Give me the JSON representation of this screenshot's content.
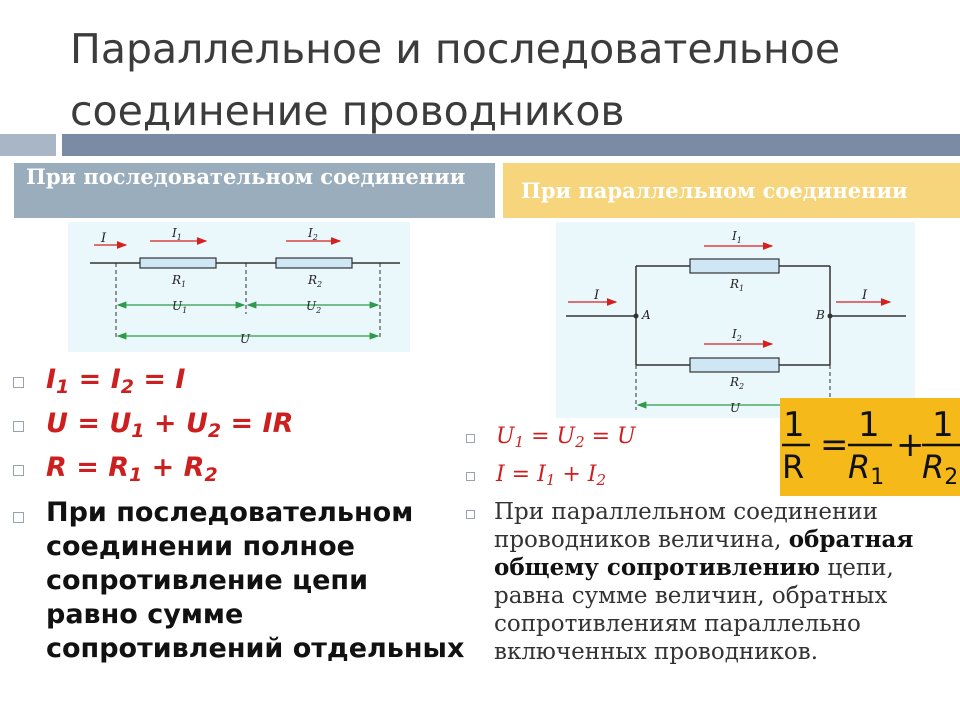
{
  "title": "Параллельное и последовательное соединение проводников",
  "series_header": "При последовательном соединении",
  "parallel_header": "При параллельном соединении",
  "series_diagram": {
    "I": "I",
    "I1": "I",
    "I1_sub": "1",
    "I2": "I",
    "I2_sub": "2",
    "R1": "R",
    "R1_sub": "1",
    "R2": "R",
    "R2_sub": "2",
    "U1": "U",
    "U1_sub": "1",
    "U2": "U",
    "U2_sub": "2",
    "U": "U"
  },
  "parallel_diagram": {
    "I_in": "I",
    "I_out": "I",
    "I1": "I",
    "I1_sub": "1",
    "I2": "I",
    "I2_sub": "2",
    "R1": "R",
    "R1_sub": "1",
    "R2": "R",
    "R2_sub": "2",
    "A": "A",
    "B": "B",
    "U": "U"
  },
  "series_formulas": {
    "f1": {
      "a": "I",
      "a_sub": "1",
      "b": " = I",
      "b_sub": "2",
      "c": " = I"
    },
    "f2": {
      "a": "U = U",
      "a_sub": "1",
      "b": " + U",
      "b_sub": "2",
      "c": " = IR"
    },
    "f3": {
      "a": "R = R",
      "a_sub": "1",
      "b": " + R",
      "b_sub": "2"
    }
  },
  "series_text": "При последовательном соединении полное сопротивление цепи равно сумме сопротивлений отдельных",
  "parallel_formulas": {
    "f1": {
      "a": "U",
      "a_sub": "1",
      "b": " = U",
      "b_sub": "2",
      "c": " = U"
    },
    "f2": {
      "a": "I = I",
      "a_sub": "1",
      "b": " + I",
      "b_sub": "2"
    }
  },
  "parallel_text": {
    "part1": "При параллельном соединении проводников величина, ",
    "bold": "обратная общему сопротивлению",
    "part2": " цепи, равна сумме величин, обратных сопротивлениям параллельно включенных проводников."
  },
  "formula_box": {
    "one": "1",
    "R": "R",
    "eq": "=",
    "plus": "+",
    "R1": "R",
    "sub1": "1",
    "R2": "R",
    "sub2": "2"
  }
}
